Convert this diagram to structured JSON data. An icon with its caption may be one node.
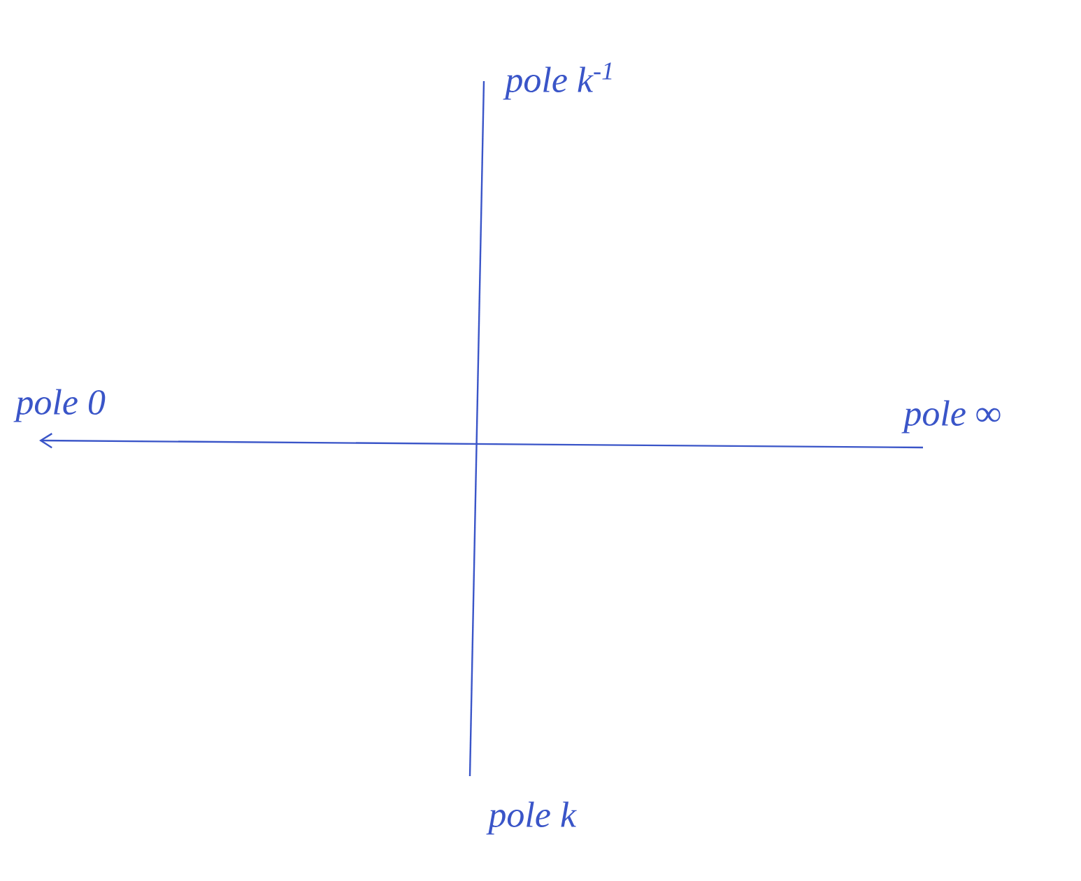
{
  "diagram": {
    "nodes": [
      {
        "text": [
          "pole k$^{-1}$"
        ]
      },
      {
        "text": [
          "pole 0"
        ]
      },
      {
        "text": [
          "pole ∞"
        ]
      },
      {
        "text": [
          "pole k"
        ]
      }
    ],
    "edges": [
      {
        "from": 0,
        "to": 3,
        "arrow": "none"
      },
      {
        "from": 2,
        "to": 1,
        "arrow": "to"
      }
    ]
  }
}
